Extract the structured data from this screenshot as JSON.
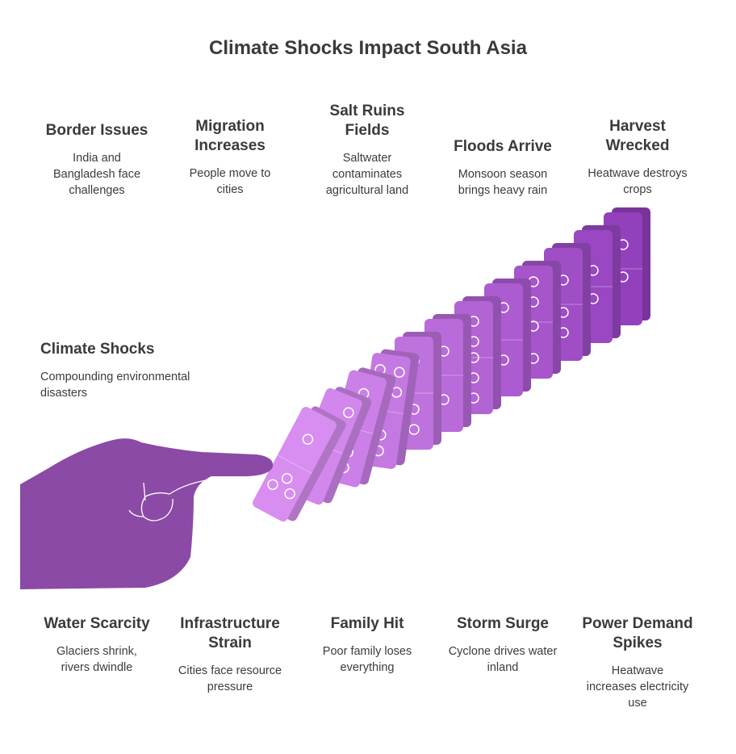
{
  "title": "Climate Shocks Impact South Asia",
  "center": {
    "title": "Climate Shocks",
    "desc": "Compounding environmental disasters"
  },
  "top": [
    {
      "title": "Border Issues",
      "desc": "India and Bangladesh face challenges"
    },
    {
      "title": "Migration Increases",
      "desc": "People move to cities"
    },
    {
      "title": "Salt Ruins Fields",
      "desc": "Saltwater contaminates agricultural land"
    },
    {
      "title": "Floods Arrive",
      "desc": "Monsoon season brings heavy rain"
    },
    {
      "title": "Harvest Wrecked",
      "desc": "Heatwave destroys crops"
    }
  ],
  "bottom": [
    {
      "title": "Water Scarcity",
      "desc": "Glaciers shrink, rivers dwindle"
    },
    {
      "title": "Infrastructure Strain",
      "desc": "Cities face resource pressure"
    },
    {
      "title": "Family Hit",
      "desc": "Poor family loses everything"
    },
    {
      "title": "Storm Surge",
      "desc": "Cyclone drives water inland"
    },
    {
      "title": "Power Demand Spikes",
      "desc": "Heatwave increases electricity use"
    }
  ],
  "colors": {
    "hand": "#8a4aa6",
    "domino_dark": "#9340bd",
    "domino_light": "#d78ef0",
    "text": "#3a3a3a"
  }
}
